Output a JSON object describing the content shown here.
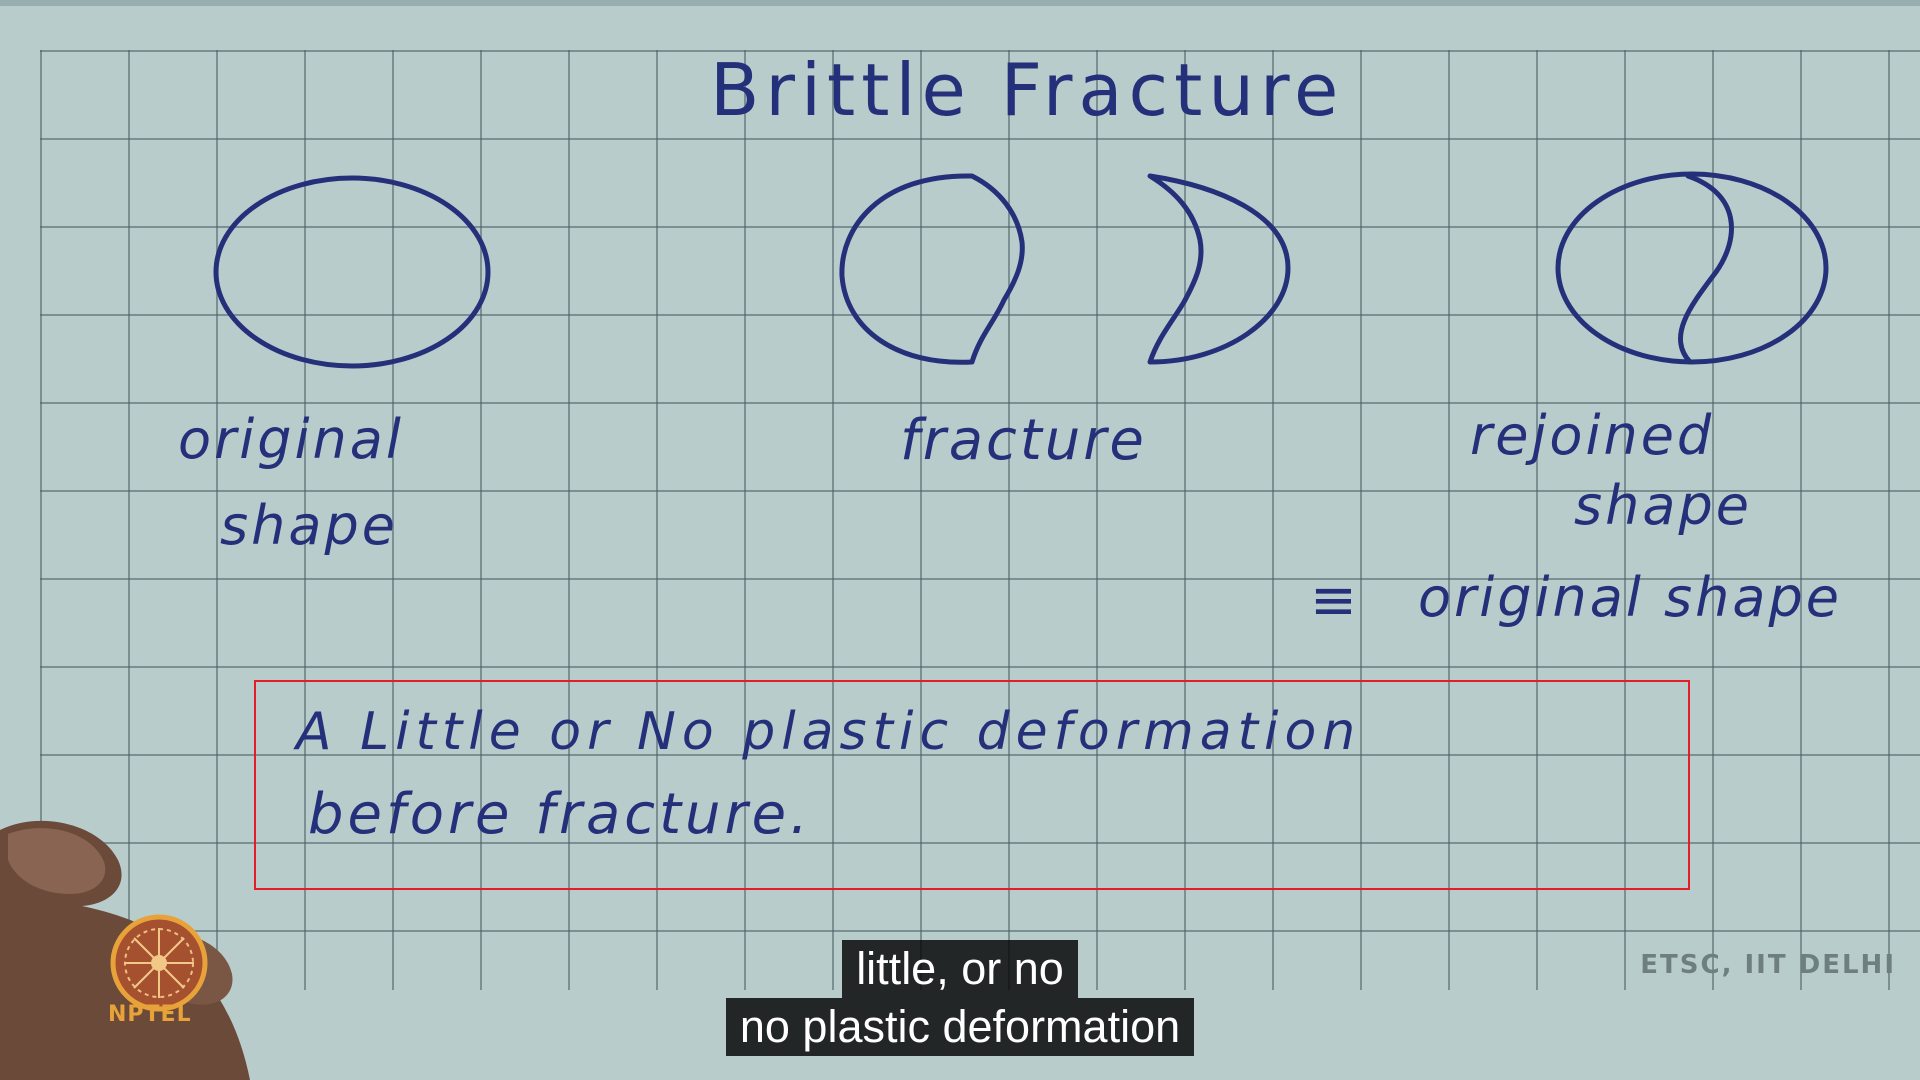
{
  "board": {
    "title": "Brittle Fracture",
    "label_original_line1": "original",
    "label_original_line2": "shape",
    "label_fracture": "fracture",
    "label_rejoined_line1": "rejoined",
    "label_rejoined_line2": "shape",
    "equiv_symbol": "≡",
    "equiv_text": "original shape",
    "note_line1": "A Little or No plastic deformation",
    "note_line2": "before fracture.",
    "ink_color": "#24307a",
    "highlight_color": "#e41e26"
  },
  "watermark": "ETSC, IIT DELHI",
  "logo": {
    "text": "NPTEL",
    "icon": "nptel-wheel-icon"
  },
  "captions": {
    "line1": "little, or no",
    "line2": "no plastic deformation"
  }
}
